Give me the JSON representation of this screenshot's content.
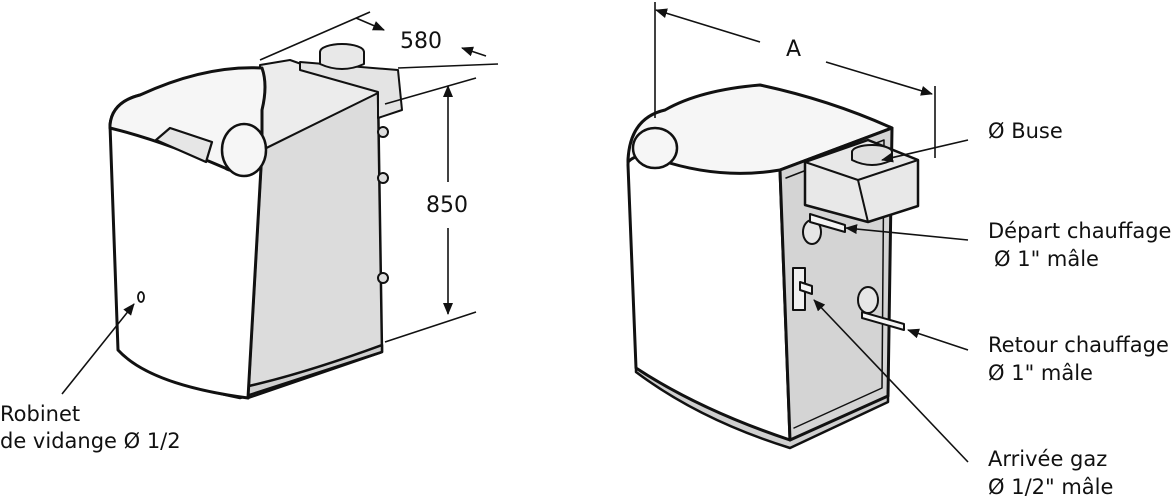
{
  "dimensions": {
    "depth": "580",
    "height": "850",
    "width": "A"
  },
  "labels": {
    "drain_line1": "Robinet",
    "drain_line2": "de vidange Ø 1/2",
    "flue": "Ø Buse",
    "flow_line1": "Départ chauffage",
    "flow_line2": "Ø 1\" mâle",
    "return_line1": "Retour chauffage",
    "return_line2": "Ø 1\" mâle",
    "gas_line1": "Arrivée gaz",
    "gas_line2": "Ø 1/2\" mâle"
  }
}
